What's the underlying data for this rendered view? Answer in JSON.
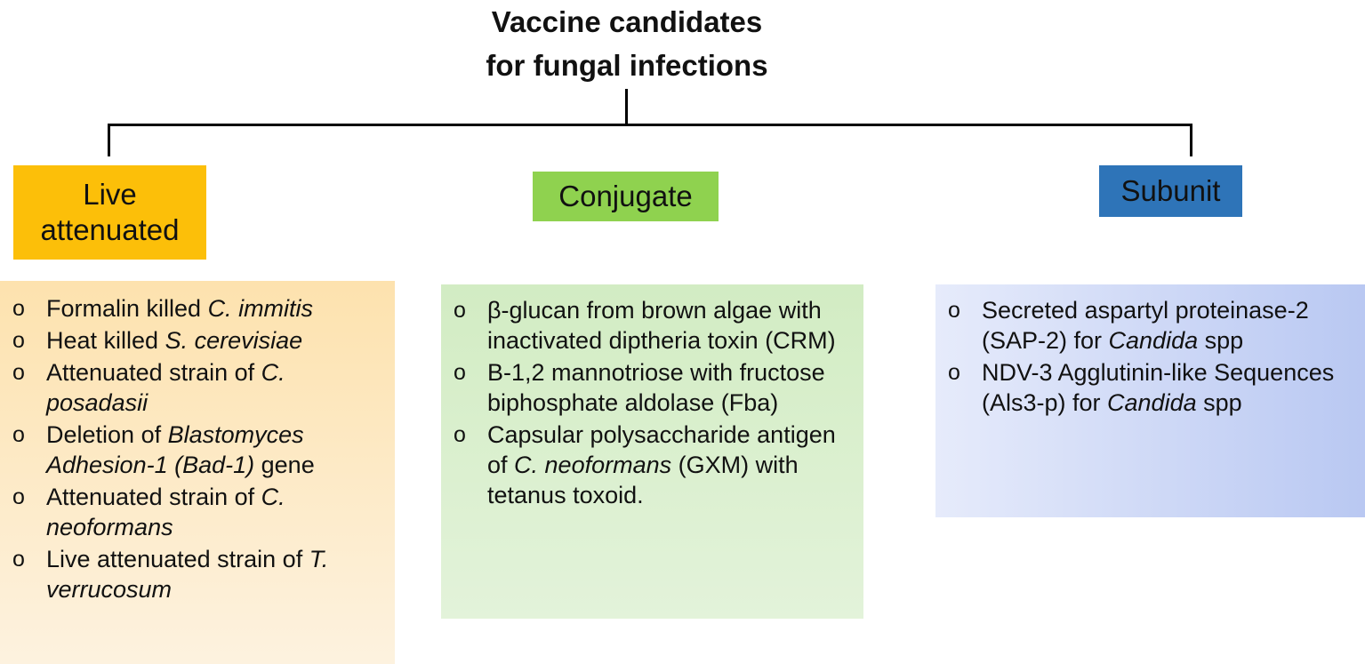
{
  "title_lines": [
    "Vaccine candidates",
    "for fungal infections"
  ],
  "categories": [
    {
      "label_lines": [
        "Live",
        "attenuated"
      ],
      "color": "#fcbf09",
      "panel_gradient": [
        "#fde2ae",
        "#fdf2df"
      ],
      "items": [
        [
          {
            "t": "Formalin killed "
          },
          {
            "t": "C. immitis",
            "i": true
          }
        ],
        [
          {
            "t": "Heat killed "
          },
          {
            "t": "S. cerevisiae",
            "i": true
          }
        ],
        [
          {
            "t": "Attenuated strain of "
          },
          {
            "t": "C. posadasii",
            "i": true
          }
        ],
        [
          {
            "t": "Deletion of  "
          },
          {
            "t": "Blastomyces Adhesion-1 (Bad-1)",
            "i": true
          },
          {
            "t": " gene"
          }
        ],
        [
          {
            "t": "Attenuated strain of "
          },
          {
            "t": "C. neoformans",
            "i": true
          }
        ],
        [
          {
            "t": "Live attenuated strain of "
          },
          {
            "t": "T. verrucosum",
            "i": true
          }
        ]
      ]
    },
    {
      "label_lines": [
        "Conjugate"
      ],
      "color": "#8fd24f",
      "panel_gradient": [
        "#d2ecc3",
        "#e3f3da"
      ],
      "items": [
        [
          {
            "t": "β-glucan from brown algae with inactivated diptheria toxin (CRM)"
          }
        ],
        [
          {
            "t": "B-1,2 mannotriose with fructose biphosphate aldolase (Fba)"
          }
        ],
        [
          {
            "t": "Capsular polysaccharide antigen of "
          },
          {
            "t": "C. neoformans",
            "i": true
          },
          {
            "t": " (GXM) with tetanus toxoid."
          }
        ]
      ]
    },
    {
      "label_lines": [
        "Subunit"
      ],
      "color": "#2e74b8",
      "panel_gradient": [
        "#e6ebfb",
        "#b9c8f2"
      ],
      "items": [
        [
          {
            "t": "Secreted aspartyl proteinase-2 (SAP-2) for "
          },
          {
            "t": "Candida",
            "i": true
          },
          {
            "t": " spp"
          }
        ],
        [
          {
            "t": "NDV-3 Agglutinin-like Sequences (Als3-p) for "
          },
          {
            "t": "Candida",
            "i": true
          },
          {
            "t": " spp"
          }
        ]
      ]
    }
  ]
}
